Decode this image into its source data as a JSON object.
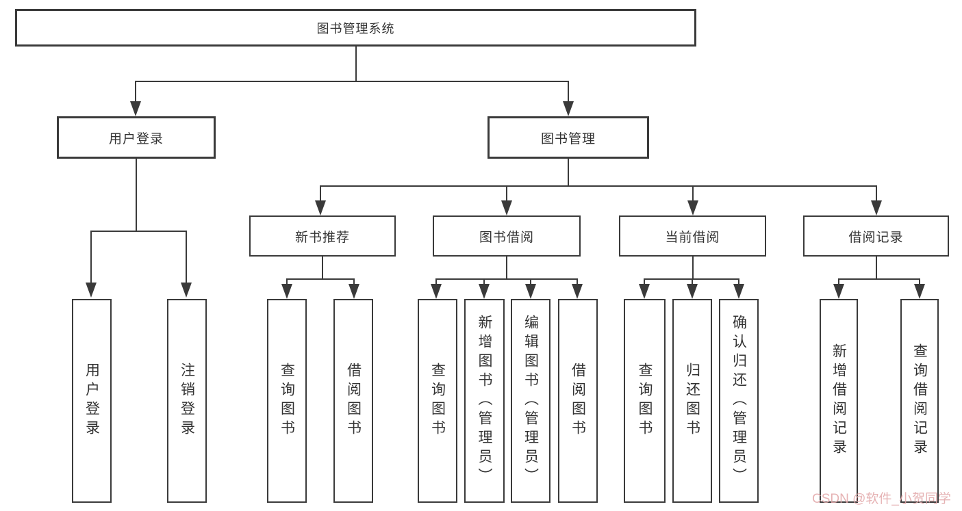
{
  "diagram": {
    "root": {
      "label": "图书管理系统"
    },
    "level2": {
      "user_login": {
        "label": "用户登录"
      },
      "book_management": {
        "label": "图书管理"
      }
    },
    "level3": {
      "new_book_recommend": {
        "label": "新书推荐"
      },
      "book_borrowing": {
        "label": "图书借阅"
      },
      "current_borrowing": {
        "label": "当前借阅"
      },
      "borrowing_records": {
        "label": "借阅记录"
      }
    },
    "leaves": {
      "user_login": {
        "label": "用户登录"
      },
      "logout": {
        "label": "注销登录"
      },
      "query_books_recommend": {
        "label": "查询图书"
      },
      "borrow_books_recommend": {
        "label": "借阅图书"
      },
      "query_books_borrowing": {
        "label": "查询图书"
      },
      "add_books_admin": {
        "label": "新增图书（管理员）"
      },
      "edit_books_admin": {
        "label": "编辑图书（管理员）"
      },
      "borrow_books": {
        "label": "借阅图书"
      },
      "query_books_current": {
        "label": "查询图书"
      },
      "return_books": {
        "label": "归还图书"
      },
      "confirm_return_admin": {
        "label": "确认归还（管理员）"
      },
      "add_borrow_record": {
        "label": "新增借阅记录"
      },
      "query_borrow_record": {
        "label": "查询借阅记录"
      }
    }
  },
  "watermark": {
    "text": "CSDN @软件_小贺同学",
    "color": "#E2A6A8"
  },
  "colors": {
    "line": "#3A3A3A",
    "background": "#FFFFFF"
  }
}
